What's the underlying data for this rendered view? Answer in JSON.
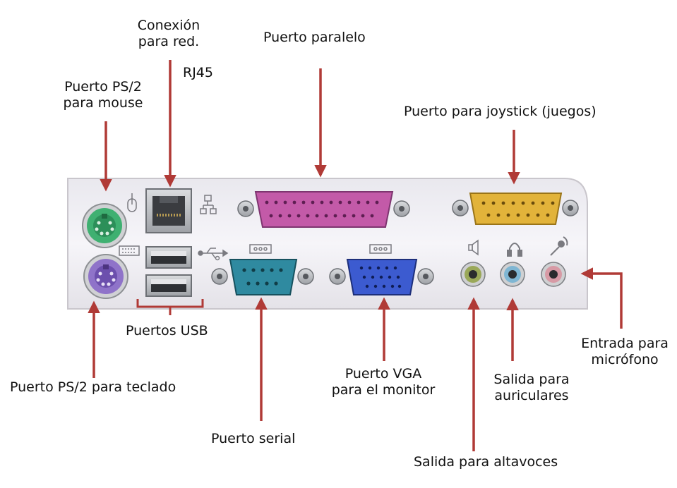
{
  "diagram": {
    "colors": {
      "arrow": "#b03a36",
      "panel_bg": "#f1f0f4",
      "panel_border": "#c9c6cc",
      "ps2_mouse": "#3fb071",
      "ps2_keyboard": "#8f73c9",
      "parallel": "#c35aa8",
      "joystick": "#e2b33a",
      "serial": "#2f8aa0",
      "vga": "#3c5bd0",
      "audio_line_out": "#9aa858",
      "audio_headphones": "#7fb6d3",
      "audio_mic": "#d79aa5",
      "metal": "#c7c9cc"
    },
    "labels": {
      "ps2_mouse": [
        "Puerto PS/2",
        "para mouse"
      ],
      "network": [
        "Conexión",
        "para red."
      ],
      "rj45": "RJ45",
      "parallel": "Puerto paralelo",
      "joystick": "Puerto para joystick (juegos)",
      "usb": "Puertos USB",
      "ps2_keyboard": "Puerto PS/2 para teclado",
      "serial": "Puerto serial",
      "vga": [
        "Puerto VGA",
        "para el monitor"
      ],
      "headphones": [
        "Salida para",
        "auriculares"
      ],
      "speakers": "Salida para  altavoces",
      "microphone": [
        "Entrada para",
        "micrófono"
      ]
    },
    "icons": {
      "ps2_mouse": "mouse-icon",
      "ps2_keyboard": "keyboard-icon",
      "network": "network-icon",
      "usb": "usb-icon",
      "serial": "serial-port-icon",
      "vga": "vga-port-icon",
      "speakers": "speaker-icon",
      "headphones": "headphones-icon",
      "microphone": "microphone-icon"
    }
  }
}
